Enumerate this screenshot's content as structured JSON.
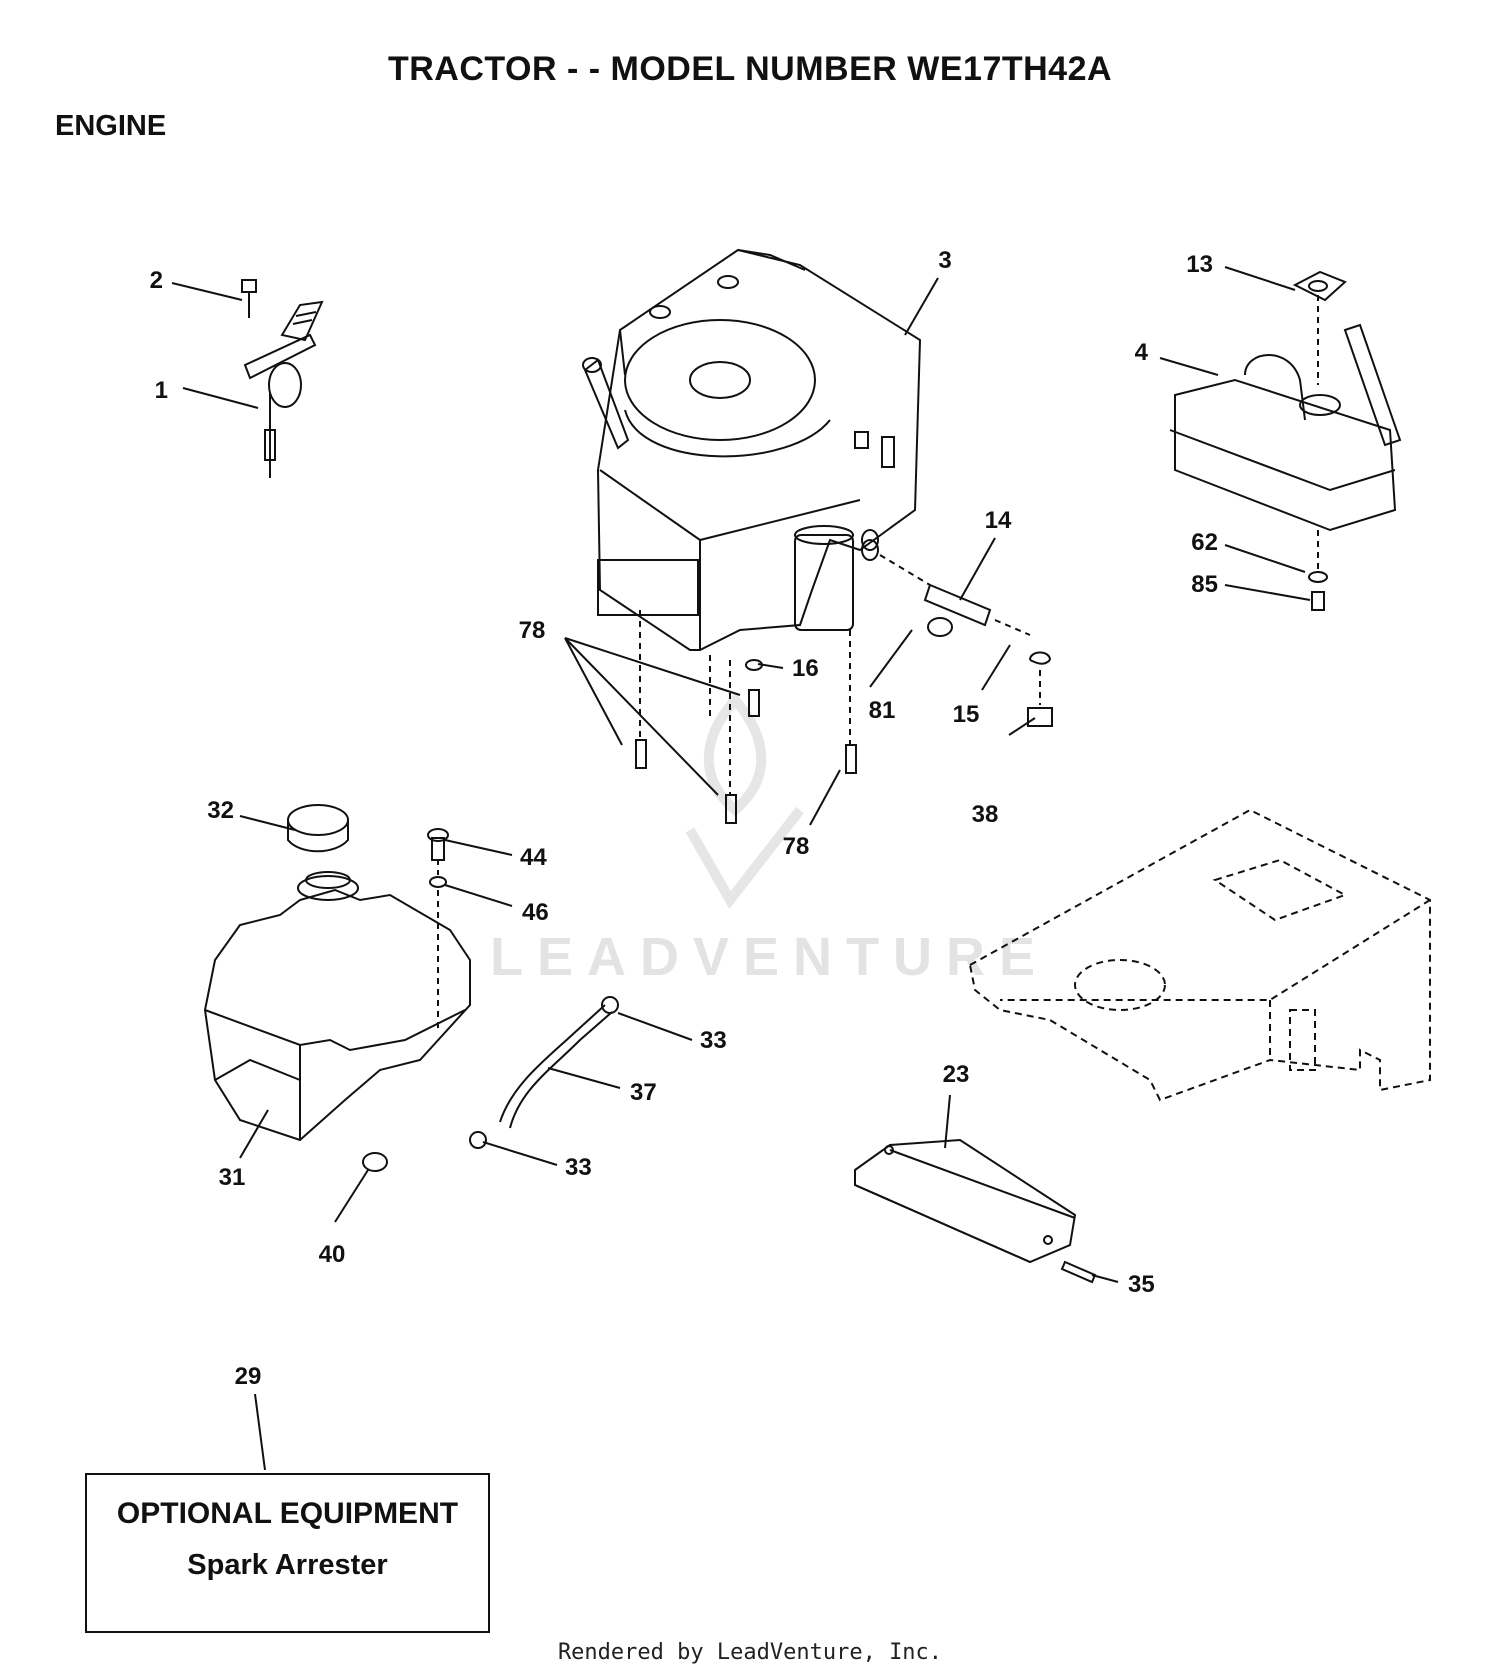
{
  "diagram": {
    "title": "TRACTOR - - MODEL NUMBER WE17TH42A",
    "section": "ENGINE",
    "callouts": [
      "1",
      "2",
      "3",
      "4",
      "13",
      "14",
      "15",
      "16",
      "23",
      "29",
      "31",
      "32",
      "33",
      "33",
      "35",
      "37",
      "38",
      "40",
      "44",
      "46",
      "62",
      "78",
      "78",
      "81",
      "85"
    ],
    "optional_box": {
      "title": "OPTIONAL EQUIPMENT",
      "subtitle": "Spark Arrester"
    },
    "watermark": "LEADVENTURE",
    "footer": "Rendered by LeadVenture, Inc."
  }
}
